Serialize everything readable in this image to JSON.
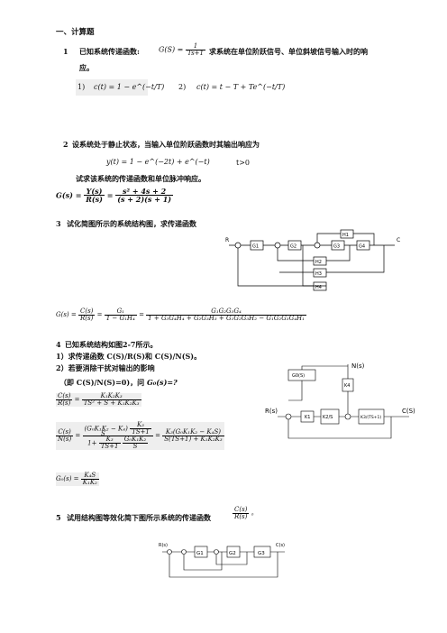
{
  "section_title": "一、计算题",
  "q1": {
    "num": "1",
    "prompt_a": "已知系统传递函数:",
    "tf_lhs": "G(S) =",
    "tf_num": "1",
    "tf_den": "Ts+1",
    "prompt_b": "求系统在单位阶跃信号、单位斜坡信号输入时的响",
    "prompt_c": "应。",
    "ans1_label": "1)",
    "ans1": "c(t) = 1 − e^(−t/T)",
    "ans2_label": "2)",
    "ans2": "c(t) = t − T + Te^(−t/T)"
  },
  "q2": {
    "num": "2",
    "prompt": "设系统处于静止状态，当输入单位阶跃函数时其输出响应为",
    "response": "y(t) = 1 − e^(−2t) + e^(−t)",
    "cond": "t>0",
    "prompt2": "试求该系统的传递函数和单位脉冲响应。",
    "ans_lhs": "G(s) =",
    "ans_frac1_num": "Y(s)",
    "ans_frac1_den": "R(s)",
    "ans_eq": "=",
    "ans_frac2_num": "s² + 4s + 2",
    "ans_frac2_den": "(s + 2)(s + 1)"
  },
  "q3": {
    "num": "3",
    "prompt": "试化简图所示的系统结构图，求传递函数",
    "diagram": {
      "input": "R",
      "output": "C",
      "blocks": [
        "G1",
        "G2",
        "G3",
        "G4",
        "H1",
        "H2",
        "H3",
        "H4"
      ]
    },
    "ans_lhs": "G(s) =",
    "ans_f1_num": "C(s)",
    "ans_f1_den": "R(s)",
    "ans_f2_num": "G₁",
    "ans_f2_den": "1 − G₁H₄",
    "ans_f3_num": "G₁G₂G₃G₄",
    "ans_f3_den": "1 + G₃G₄H₄ + G₂G₃H₃ + G₁G₂G₃H₂ − G₁G₂G₃G₄H₁"
  },
  "q4": {
    "num": "4",
    "prompt": "已知系统结构如图2-7所示。",
    "sub1": "1）求传递函数 C(S)/R(S)和 C(S)/N(S)。",
    "sub2": "2）若要消除干扰对输出的影响",
    "sub3_a": "（即 C(S)/N(S)=0)，问",
    "sub3_b": "G₀(s)=?",
    "diagram": {
      "disturbance": "N(s)",
      "input": "R(s)",
      "output": "C(S)",
      "blocks": [
        "G0(S)",
        "K1",
        "K2/S",
        "K3/(TS+1)",
        "K4"
      ]
    },
    "a1_num": "C(s)",
    "a1_den": "R(s)",
    "a1_rnum": "K₁K₂K₃",
    "a1_rden": "TS² + S + K₁K₂K₃",
    "a2_lnum": "C(s)",
    "a2_lden": "N(s)",
    "a2_top_a": "(G₀K₁K₂",
    "a2_top_b": "S",
    "a2_top_c": "− K₄)",
    "a2_top_d": "K₃",
    "a2_top_e": "TS+1",
    "a2_bot_a": "1+",
    "a2_bot_b": "K₃",
    "a2_bot_c": "TS+1",
    "a2_bot_d": "G₀K₁K₂",
    "a2_bot_e": "S",
    "a2_rnum": "K₃(G₀K₁K₂ − K₄S)",
    "a2_rden": "S(TS+1) + K₁K₂K₃",
    "a3_lhs": "G₀(s) =",
    "a3_num": "K₄S",
    "a3_den": "K₁K₂"
  },
  "q5": {
    "num": "5",
    "prompt": "试用结构图等效化简下图所示系统的传递函数",
    "frac_num": "C(s)",
    "frac_den": "R(s)",
    "end": "。",
    "diagram": {
      "input": "R(s)",
      "output": "C(s)",
      "blocks": [
        "G1",
        "G2",
        "G3"
      ]
    }
  }
}
